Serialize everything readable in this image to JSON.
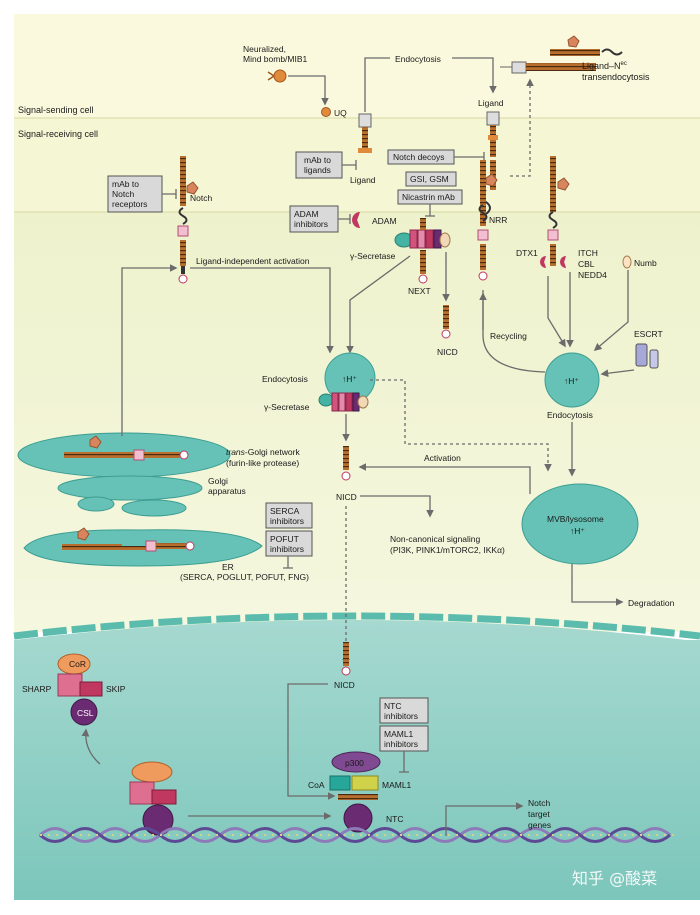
{
  "zones": {
    "sending_cell": "Signal-sending cell",
    "receiving_cell": "Signal-receiving cell"
  },
  "top": {
    "neuralized": "Neuralized,",
    "mind_bomb": "Mind bomb/MIB1",
    "uq": "UQ",
    "endocytosis": "Endocytosis",
    "ligand": "Ligand",
    "transendo_1": "Ligand–N",
    "transendo_sup": "ec",
    "transendo_2": "transendocytosis"
  },
  "inhibitor_boxes": {
    "mab_ligands_1": "mAb to",
    "mab_ligands_2": "ligands",
    "notch_decoys": "Notch decoys",
    "gsi": "GSI, GSM",
    "nicastrin": "Nicastrin mAb",
    "adam_inh_1": "ADAM",
    "adam_inh_2": "inhibitors",
    "mab_notch_1": "mAb to",
    "mab_notch_2": "Notch",
    "mab_notch_3": "receptors",
    "serca_1": "SERCA",
    "serca_2": "inhibitors",
    "pofut_1": "POFUT",
    "pofut_2": "inhibitors",
    "ntc_1": "NTC",
    "ntc_2": "inhibitors",
    "maml1_1": "MAML1",
    "maml1_2": "inhibitors"
  },
  "labels": {
    "ligand_small": "Ligand",
    "notch": "Notch",
    "adam": "ADAM",
    "nrr": "NRR",
    "gamma_secretase": "γ-Secretase",
    "next": "NEXT",
    "nicd": "NICD",
    "ligand_independent": "Ligand-independent activation",
    "dtx1": "DTX1",
    "itch": "ITCH",
    "cbl": "CBL",
    "nedd4": "NEDD4",
    "numb": "Numb",
    "recycling": "Recycling",
    "escrt": "ESCRT",
    "endocytosis_left": "Endocytosis",
    "endocytosis_right": "Endocytosis",
    "hplus": "↑H⁺",
    "gamma_secretase_2": "γ-Secretase",
    "trans_golgi_1": "trans",
    "trans_golgi_2": "-Golgi network",
    "furin": "(furin-like protease)",
    "golgi_1": "Golgi",
    "golgi_2": "apparatus",
    "activation": "Activation",
    "mvb": "MVB/lysosome",
    "mvb_h": "↑H⁺",
    "nicd_2": "NICD",
    "noncanonical_1": "Non-canonical signaling",
    "noncanonical_2": "(PI3K, PINK1/mTORC2, IKKα)",
    "er": "ER",
    "er_list": "(SERCA, POGLUT, POFUT, FNG)",
    "degradation": "Degradation",
    "nicd_3": "NICD",
    "cor": "CoR",
    "sharp": "SHARP",
    "skip": "SKIP",
    "csl": "CSL",
    "p300": "p300",
    "coa": "CoA",
    "maml1": "MAML1",
    "ntc": "NTC",
    "notch_target_1": "Notch",
    "notch_target_2": "target",
    "notch_target_3": "genes"
  },
  "watermark": "知乎 @酸菜",
  "colors": {
    "sending_bg": "#fbf8d9",
    "receiving_bg": "#f3f5d2",
    "cytoplasm_bg": "#eaf0c4",
    "nucleus_bg": "#8fd0c6",
    "membrane": "#5bbcae",
    "teal": "#66c2b6",
    "receptor_orange": "#b86f2e",
    "pink": "#e0799b",
    "magenta": "#c0375f",
    "purple": "#6b2b73",
    "dna": "#8c7bb8"
  }
}
